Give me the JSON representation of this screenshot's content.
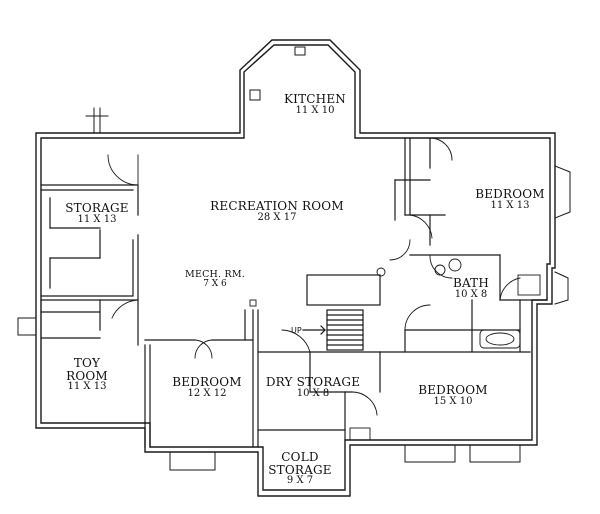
{
  "rooms": {
    "kitchen": {
      "name": "KITCHEN",
      "dims": "11 X 10"
    },
    "recreation": {
      "name": "RECREATION ROOM",
      "dims": "28 X 17"
    },
    "storage": {
      "name": "STORAGE",
      "dims": "11 X 13"
    },
    "mech": {
      "name": "MECH. RM.",
      "dims": "7 X 6"
    },
    "bedroom_ne": {
      "name": "BEDROOM",
      "dims": "11 X 13"
    },
    "bath": {
      "name": "BATH",
      "dims": "10 X 8"
    },
    "toy_room": {
      "name": "TOY\nROOM",
      "dims": "11 X 13"
    },
    "bedroom_center": {
      "name": "BEDROOM",
      "dims": "12 X 12"
    },
    "dry_storage": {
      "name": "DRY STORAGE",
      "dims": "10 X 8"
    },
    "bedroom_se": {
      "name": "BEDROOM",
      "dims": "15 X 10"
    },
    "cold_storage": {
      "name": "COLD\nSTORAGE",
      "dims": "9 X 7"
    }
  },
  "stair_label": "UP",
  "colors": {
    "line": "#1a1a1a",
    "background": "#ffffff"
  }
}
